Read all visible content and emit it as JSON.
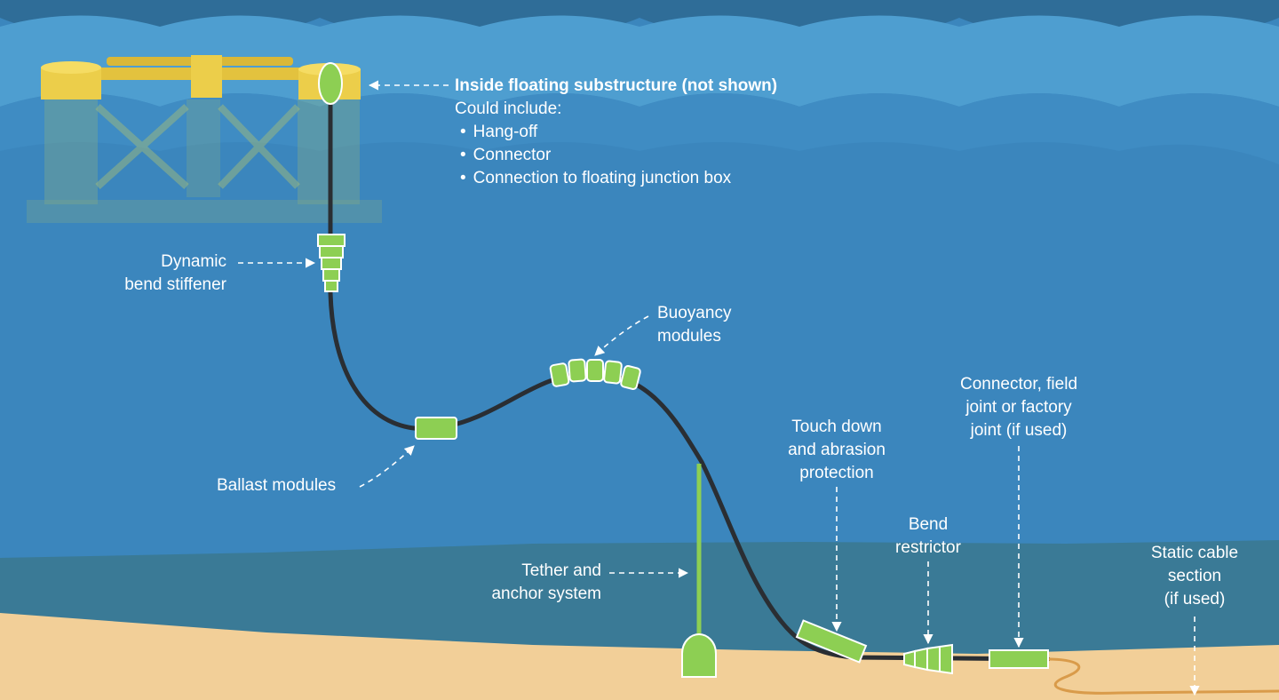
{
  "labels": {
    "substructure": {
      "title": "Inside floating substructure (not shown)",
      "subtitle": "Could include:",
      "items": [
        "Hang-off",
        "Connector",
        "Connection to floating junction box"
      ]
    },
    "bend_stiffener": [
      "Dynamic",
      "bend stiffener"
    ],
    "buoyancy": [
      "Buoyancy",
      "modules"
    ],
    "ballast": "Ballast modules",
    "tether": [
      "Tether and",
      "anchor system"
    ],
    "touch_down": [
      "Touch down",
      "and abrasion",
      "protection"
    ],
    "bend_restrictor": [
      "Bend",
      "restrictor"
    ],
    "connector": [
      "Connector, field",
      "joint or factory",
      "joint (if used)"
    ],
    "static_cable": [
      "Static cable",
      "section",
      "(if used)"
    ]
  },
  "colors": {
    "sky_band": "#2f6d98",
    "water_light": "#4e9ed0",
    "water_mid": "#3f8cc3",
    "water_deep": "#3b86bd",
    "water_bottom": "#3a7a96",
    "seabed": "#f2cf98",
    "structure_yellow": "#ecce4a",
    "module_green": "#8dcf53",
    "cable": "#2a2e33",
    "static_cable": "#d99b4a",
    "label_text": "#ffffff"
  }
}
